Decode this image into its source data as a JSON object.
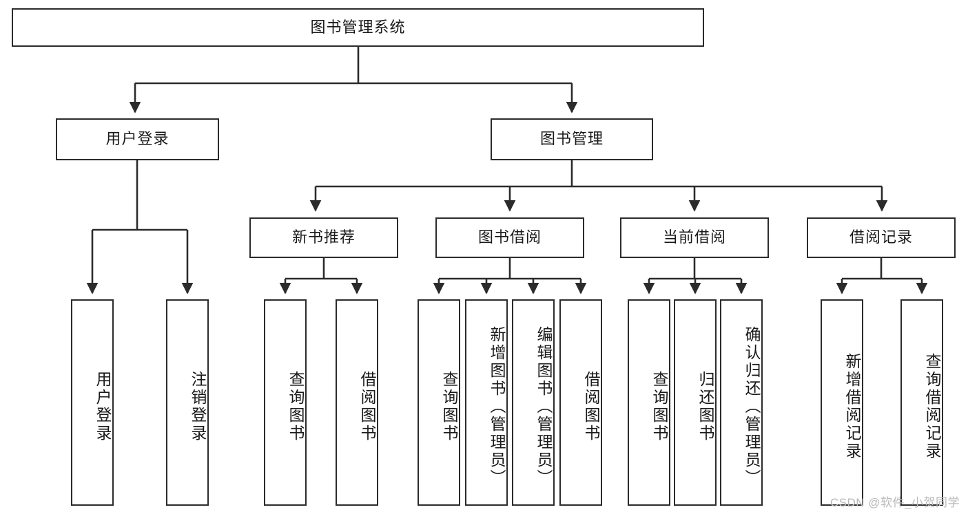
{
  "diagram": {
    "title": "图书管理系统",
    "type": "tree",
    "watermark": "CSDN @软件_小贺同学",
    "colors": {
      "box_border": "#2b2b2b",
      "box_fill": "#ffffff",
      "edge": "#2b2b2b",
      "text": "#1a1a1a",
      "watermark": "#b9b9b9",
      "background": "#ffffff"
    }
  },
  "nodes": {
    "root": {
      "label": "图书管理系统",
      "level": 0
    },
    "level1": [
      {
        "id": "user-login",
        "label": "用户登录"
      },
      {
        "id": "book-management",
        "label": "图书管理"
      }
    ],
    "level2": [
      {
        "id": "new-book-recommend",
        "label": "新书推荐",
        "parent": "book-management"
      },
      {
        "id": "book-borrow",
        "label": "图书借阅",
        "parent": "book-management"
      },
      {
        "id": "current-borrow",
        "label": "当前借阅",
        "parent": "book-management"
      },
      {
        "id": "borrow-record",
        "label": "借阅记录",
        "parent": "book-management"
      }
    ],
    "leaves": [
      {
        "id": "leaf-user-login",
        "label": "用户登录",
        "parent": "user-login"
      },
      {
        "id": "leaf-logout-login",
        "label": "注销登录",
        "parent": "user-login"
      },
      {
        "id": "leaf-query-book-1",
        "label": "查询图书",
        "parent": "new-book-recommend"
      },
      {
        "id": "leaf-borrow-book-1",
        "label": "借阅图书",
        "parent": "new-book-recommend"
      },
      {
        "id": "leaf-query-book-2",
        "label": "查询图书",
        "parent": "book-borrow"
      },
      {
        "id": "leaf-add-book",
        "label": "新增图书（管理员）",
        "parent": "book-borrow"
      },
      {
        "id": "leaf-edit-book",
        "label": "编辑图书（管理员）",
        "parent": "book-borrow"
      },
      {
        "id": "leaf-borrow-book-2",
        "label": "借阅图书",
        "parent": "book-borrow"
      },
      {
        "id": "leaf-query-book-3",
        "label": "查询图书",
        "parent": "current-borrow"
      },
      {
        "id": "leaf-return-book",
        "label": "归还图书",
        "parent": "current-borrow"
      },
      {
        "id": "leaf-confirm-return",
        "label": "确认归还（管理员）",
        "parent": "current-borrow"
      },
      {
        "id": "leaf-add-record",
        "label": "新增借阅记录",
        "parent": "borrow-record"
      },
      {
        "id": "leaf-query-record",
        "label": "查询借阅记录",
        "parent": "borrow-record"
      }
    ]
  }
}
